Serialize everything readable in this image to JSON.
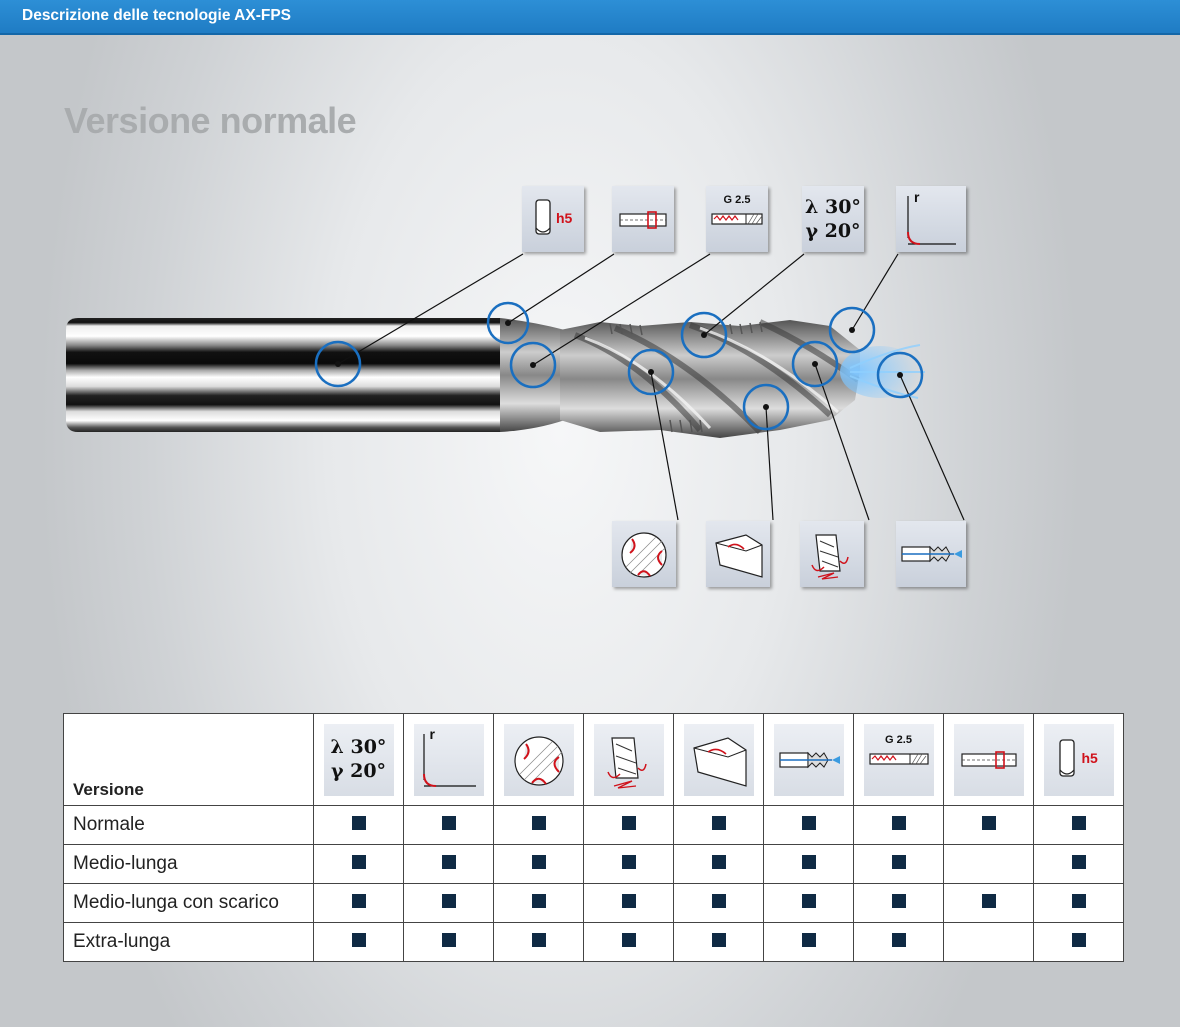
{
  "header": {
    "title": "Descrizione delle tecnologie AX-FPS"
  },
  "subtitle": "Versione normale",
  "icons": {
    "h5": {
      "text": "h5",
      "icon": "shank-h5-icon"
    },
    "shrink": {
      "icon": "shrink-fit-shank-icon"
    },
    "balance": {
      "text": "G 2.5",
      "icon": "balance-quality-icon"
    },
    "angles": {
      "lambda": "λ 30°",
      "gamma": "γ 20°",
      "icon": "helix-rake-angle-icon"
    },
    "radius": {
      "text": "r",
      "icon": "corner-radius-icon"
    },
    "profile": {
      "icon": "chip-flute-profile-icon"
    },
    "chipbreaker": {
      "icon": "chip-breaker-icon"
    },
    "roughing": {
      "icon": "roughing-profile-icon"
    },
    "coolant": {
      "icon": "internal-coolant-icon"
    }
  },
  "table": {
    "column_label": "Versione",
    "rows": [
      {
        "label": "Normale",
        "marks": [
          true,
          true,
          true,
          true,
          true,
          true,
          true,
          true,
          true
        ]
      },
      {
        "label": "Medio-lunga",
        "marks": [
          true,
          true,
          true,
          true,
          true,
          true,
          true,
          false,
          true
        ]
      },
      {
        "label": "Medio-lunga con scarico",
        "marks": [
          true,
          true,
          true,
          true,
          true,
          true,
          true,
          true,
          true
        ]
      },
      {
        "label": "Extra-lunga",
        "marks": [
          true,
          true,
          true,
          true,
          true,
          true,
          true,
          false,
          true
        ]
      }
    ]
  },
  "colors": {
    "header_blue": "#1f7cc4",
    "accent_red": "#d0121b",
    "callout_blue": "#1a6fc0",
    "mark_navy": "#0f2a44"
  }
}
